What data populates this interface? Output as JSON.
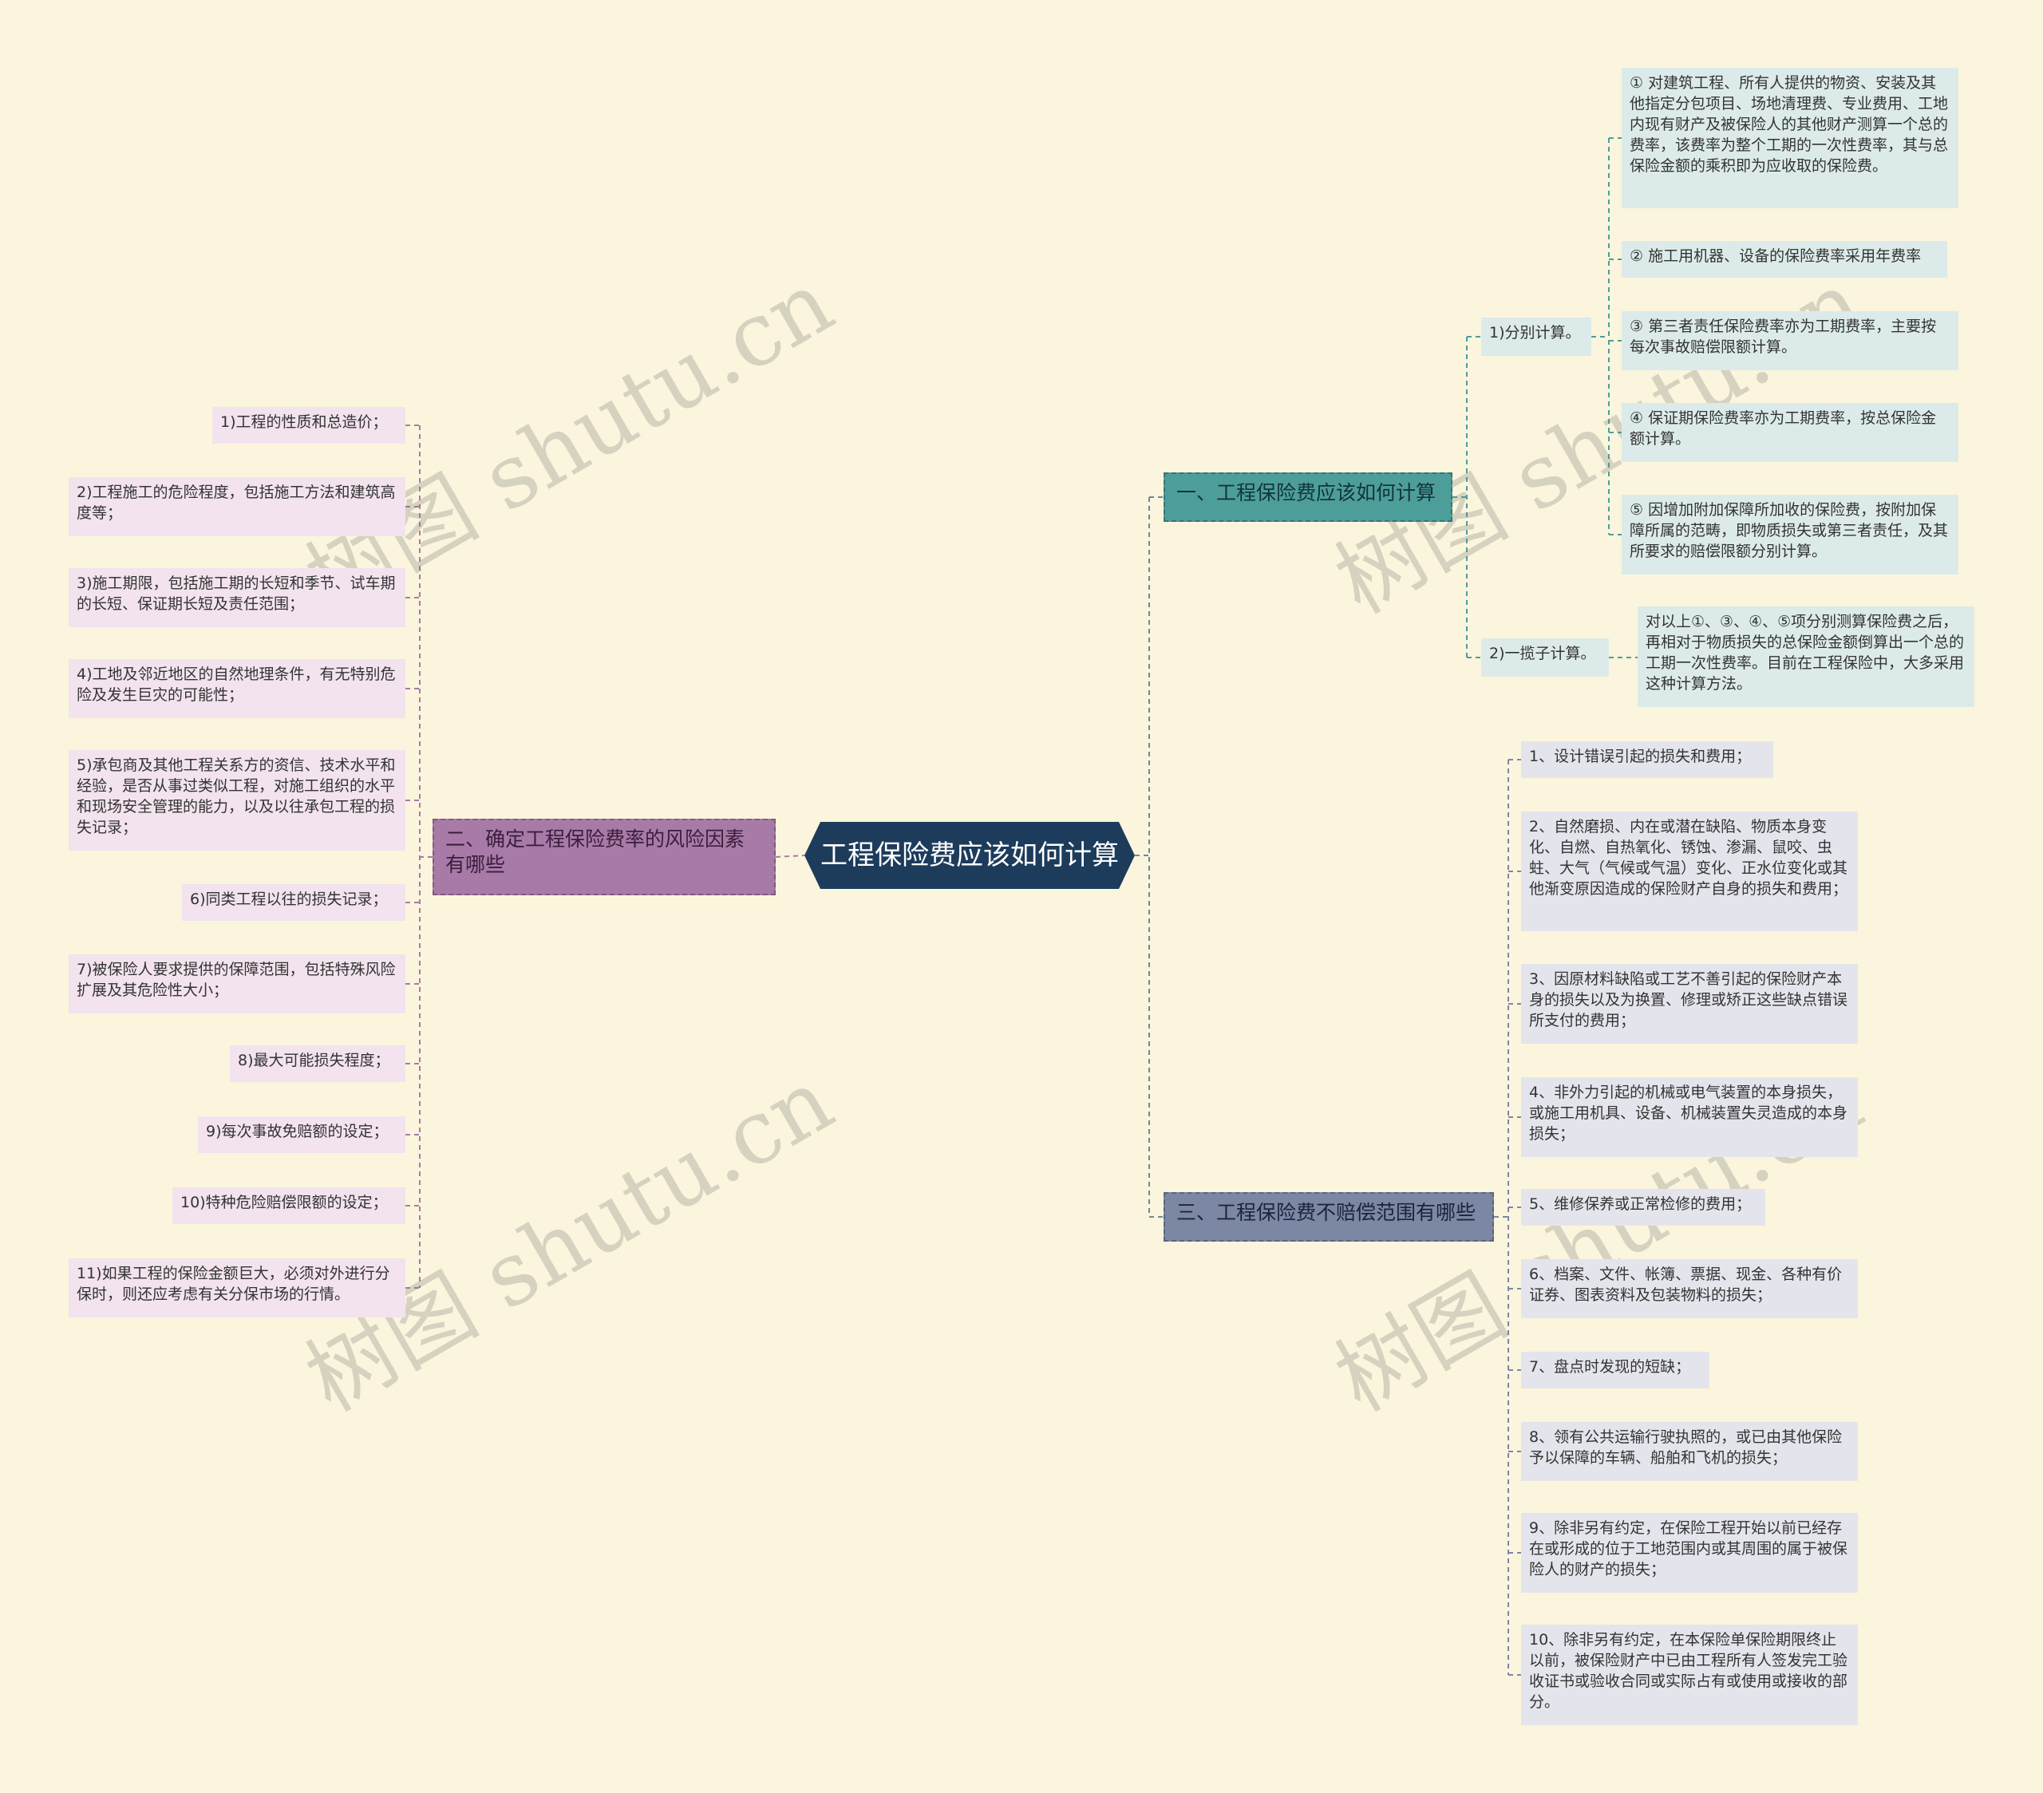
{
  "root": {
    "title": "工程保险费应该如何计算"
  },
  "branch1": {
    "title": "一、工程保险费应该如何计算",
    "sub1": {
      "label": "1)分别计算。",
      "items": [
        "① 对建筑工程、所有人提供的物资、安装及其他指定分包项目、场地清理费、专业费用、工地内现有财产及被保险人的其他财产测算一个总的费率，该费率为整个工期的一次性费率，其与总保险金额的乘积即为应收取的保险费。",
        "② 施工用机器、设备的保险费率采用年费率",
        "③ 第三者责任保险费率亦为工期费率，主要按每次事故赔偿限额计算。",
        "④ 保证期保险费率亦为工期费率，按总保险金额计算。",
        "⑤ 因增加附加保障所加收的保险费，按附加保障所属的范畴，即物质损失或第三者责任，及其所要求的赔偿限额分别计算。"
      ]
    },
    "sub2": {
      "label": "2)一揽子计算。",
      "items": [
        "对以上①、③、④、⑤项分别测算保险费之后，再相对于物质损失的总保险金额倒算出一个总的工期一次性费率。目前在工程保险中，大多采用这种计算方法。"
      ]
    }
  },
  "branch2": {
    "title": "二、确定工程保险费率的风险因素有哪些",
    "items": [
      "1)工程的性质和总造价；",
      "2)工程施工的危险程度，包括施工方法和建筑高度等；",
      "3)施工期限，包括施工期的长短和季节、试车期的长短、保证期长短及责任范围；",
      "4)工地及邻近地区的自然地理条件，有无特别危险及发生巨灾的可能性；",
      "5)承包商及其他工程关系方的资信、技术水平和经验，是否从事过类似工程，对施工组织的水平和现场安全管理的能力，以及以往承包工程的损失记录；",
      "6)同类工程以往的损失记录；",
      "7)被保险人要求提供的保障范围，包括特殊风险扩展及其危险性大小；",
      "8)最大可能损失程度；",
      "9)每次事故免赔额的设定；",
      "10)特种危险赔偿限额的设定；",
      "11)如果工程的保险金额巨大，必须对外进行分保时，则还应考虑有关分保市场的行情。"
    ]
  },
  "branch3": {
    "title": "三、工程保险费不赔偿范围有哪些",
    "items": [
      "1、设计错误引起的损失和费用；",
      "2、自然磨损、内在或潜在缺陷、物质本身变化、自燃、自热氧化、锈蚀、渗漏、鼠咬、虫蛀、大气（气候或气温）变化、正水位变化或其他渐变原因造成的保险财产自身的损失和费用；",
      "3、因原材料缺陷或工艺不善引起的保险财产本身的损失以及为换置、修理或矫正这些缺点错误所支付的费用；",
      "4、非外力引起的机械或电气装置的本身损失，或施工用机具、设备、机械装置失灵造成的本身损失；",
      "5、维修保养或正常检修的费用；",
      "6、档案、文件、帐簿、票据、现金、各种有价证券、图表资料及包装物料的损失；",
      "7、盘点时发现的短缺；",
      "8、领有公共运输行驶执照的，或已由其他保险予以保障的车辆、船舶和飞机的损失；",
      "9、除非另有约定，在保险工程开始以前已经存在或形成的位于工地范围内或其周围的属于被保险人的财产的损失；",
      "10、除非另有约定，在本保险单保险期限终止以前，被保险财产中已由工程所有人签发完工验收证书或验收合同或实际占有或使用或接收的部分。"
    ]
  },
  "watermark": "树图 shutu.cn",
  "colors": {
    "background": "#fbf5dd",
    "root": "#1d3c5c",
    "branch1": "#4d9e9a",
    "branch2": "#a87aa8",
    "branch3": "#7c87a4",
    "leaf_left": "#f2e3ee",
    "leaf_b1": "#dcebea",
    "leaf_b3": "#e4e5ec"
  }
}
